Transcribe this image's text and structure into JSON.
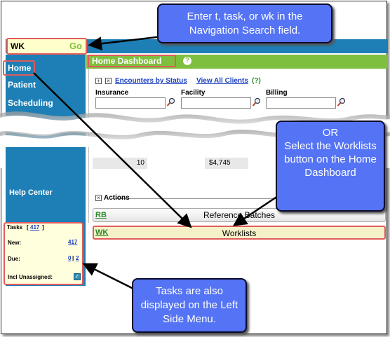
{
  "callouts": {
    "top": "Enter t, task, or wk in the Navigation Search field.",
    "right_or": "OR",
    "right_body": "Select the Worklists button on the Home Dashboard",
    "bottom": "Tasks are also displayed on the Left Side Menu."
  },
  "nav_search": {
    "value": "WK",
    "go_label": "Go"
  },
  "sidebar": {
    "items": [
      {
        "label": "Home"
      },
      {
        "label": "Patient"
      },
      {
        "label": "Scheduling"
      },
      {
        "label": "Help Center"
      }
    ]
  },
  "tasks": {
    "title": "Tasks",
    "count": "417",
    "new_label": "New:",
    "new_value": "417",
    "due_label": "Due:",
    "due_value_1": "0",
    "due_sep": "|",
    "due_value_2": "2",
    "incl_label": "Incl Unassigned:",
    "incl_checked": true
  },
  "dashboard": {
    "title": "Home Dashboard",
    "help": "?",
    "plus": "+",
    "x": "×",
    "encounters_link": "Encounters by Status",
    "view_all_link": "View All Clients",
    "view_all_help": "(?)",
    "columns": [
      "Insurance",
      "Facility",
      "Billing"
    ],
    "value_1": "10",
    "value_2": "$4,745"
  },
  "actions": {
    "label": "Actions",
    "rows": [
      {
        "code": "RB",
        "label": "Reference Batches"
      },
      {
        "code": "WK",
        "label": "Worklists"
      }
    ]
  },
  "colors": {
    "blue_band": "#1d7fb5",
    "green_bar": "#7fbf3f",
    "highlight": "#e25b5b",
    "callout": "#5473f5"
  }
}
